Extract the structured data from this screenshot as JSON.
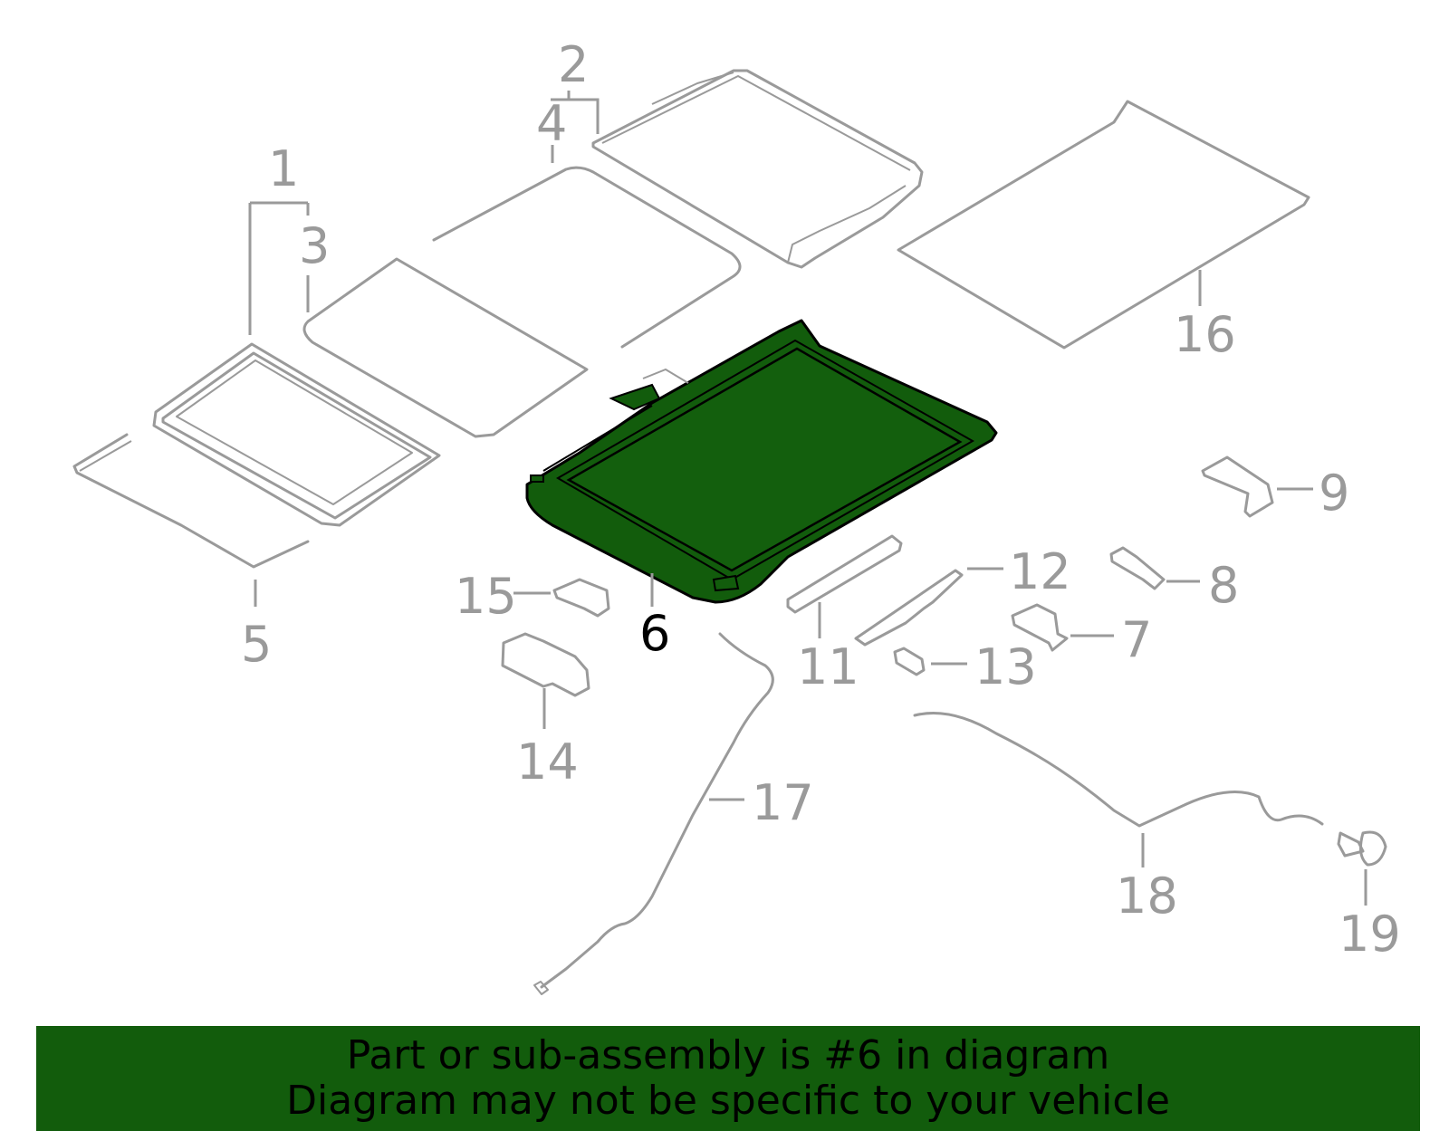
{
  "highlight_color": "#125c0c",
  "part_outline_color": "#9a9a9a",
  "highlighted_part": "6",
  "callouts": {
    "c1": "1",
    "c2": "2",
    "c3": "3",
    "c4": "4",
    "c5": "5",
    "c6": "6",
    "c7": "7",
    "c8": "8",
    "c9": "9",
    "c11": "11",
    "c12": "12",
    "c13": "13",
    "c14": "14",
    "c15": "15",
    "c16": "16",
    "c17": "17",
    "c18": "18",
    "c19": "19"
  },
  "banner": {
    "line1": "Part or sub-assembly is #6 in diagram",
    "line2": "Diagram may not be specific to your vehicle"
  }
}
